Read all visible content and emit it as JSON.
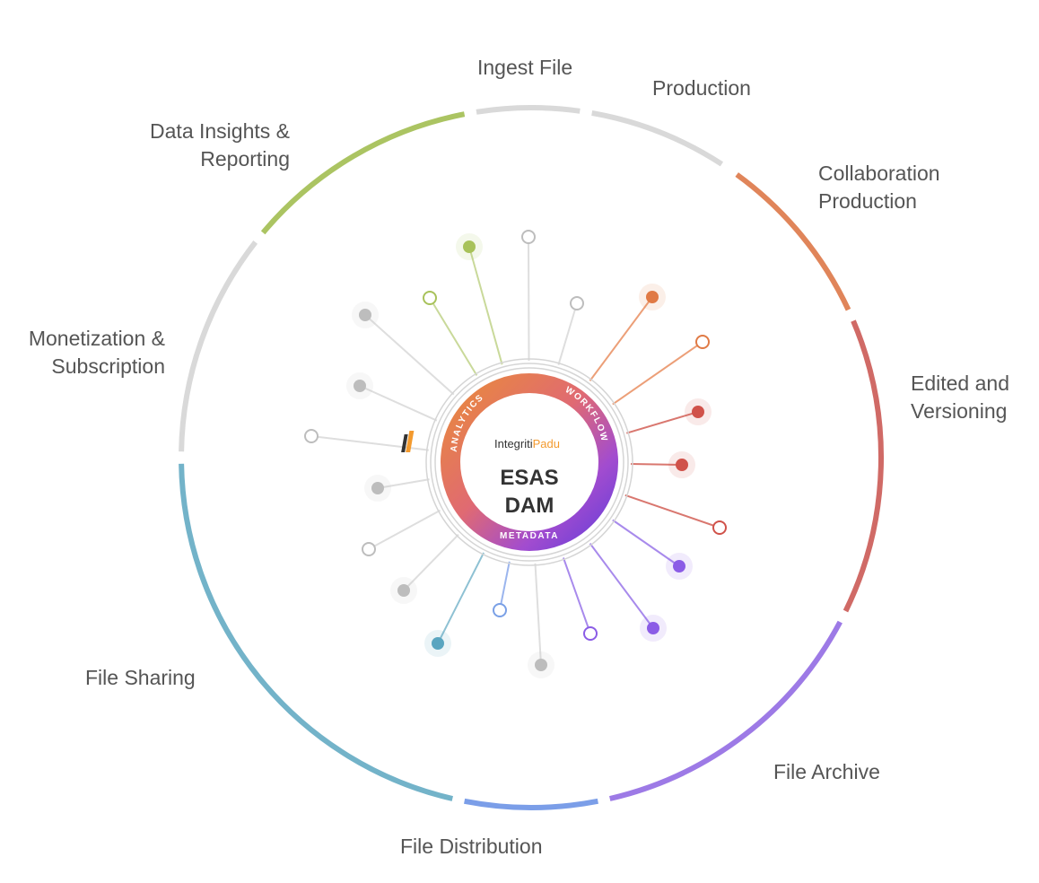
{
  "stages": [
    {
      "id": "ingest-file",
      "lines": [
        "Ingest File"
      ],
      "color": "#d9d9d9"
    },
    {
      "id": "production",
      "lines": [
        "Production"
      ],
      "color": "#d9d9d9"
    },
    {
      "id": "collaboration-production",
      "lines": [
        "Collaboration",
        "Production"
      ],
      "color": "#e0855a"
    },
    {
      "id": "edited-and-versioning",
      "lines": [
        "Edited and",
        "Versioning"
      ],
      "color": "#d06a66"
    },
    {
      "id": "file-archive",
      "lines": [
        "File Archive"
      ],
      "color": "#9d7ae6"
    },
    {
      "id": "file-distribution",
      "lines": [
        "File Distribution"
      ],
      "color": "#7b9ee8"
    },
    {
      "id": "file-sharing",
      "lines": [
        "File Sharing"
      ],
      "color": "#73b3c9"
    },
    {
      "id": "monetization-subscription",
      "lines": [
        "Monetization &",
        "Subscription"
      ],
      "color": "#d9d9d9"
    },
    {
      "id": "data-insights-reporting",
      "lines": [
        "Data Insights &",
        "Reporting"
      ],
      "color": "#abc462"
    }
  ],
  "center": {
    "brand_prefix": "Integriti",
    "brand_suffix": "Padu",
    "title_line1": "ESAS",
    "title_line2": "DAM",
    "ring_labels": {
      "analytics": "ANALYTICS",
      "workflow": "WORKFLOW",
      "metadata": "METADATA"
    }
  },
  "colors": {
    "text": "#555555",
    "gray_node": "#bdbdbd",
    "green": "#a8c25a",
    "orange": "#e07a45",
    "red": "#d0524a",
    "purple": "#8b5ce6",
    "blue": "#7aa0e6",
    "teal": "#5aa5c0",
    "brand_orange": "#f39a2e"
  }
}
